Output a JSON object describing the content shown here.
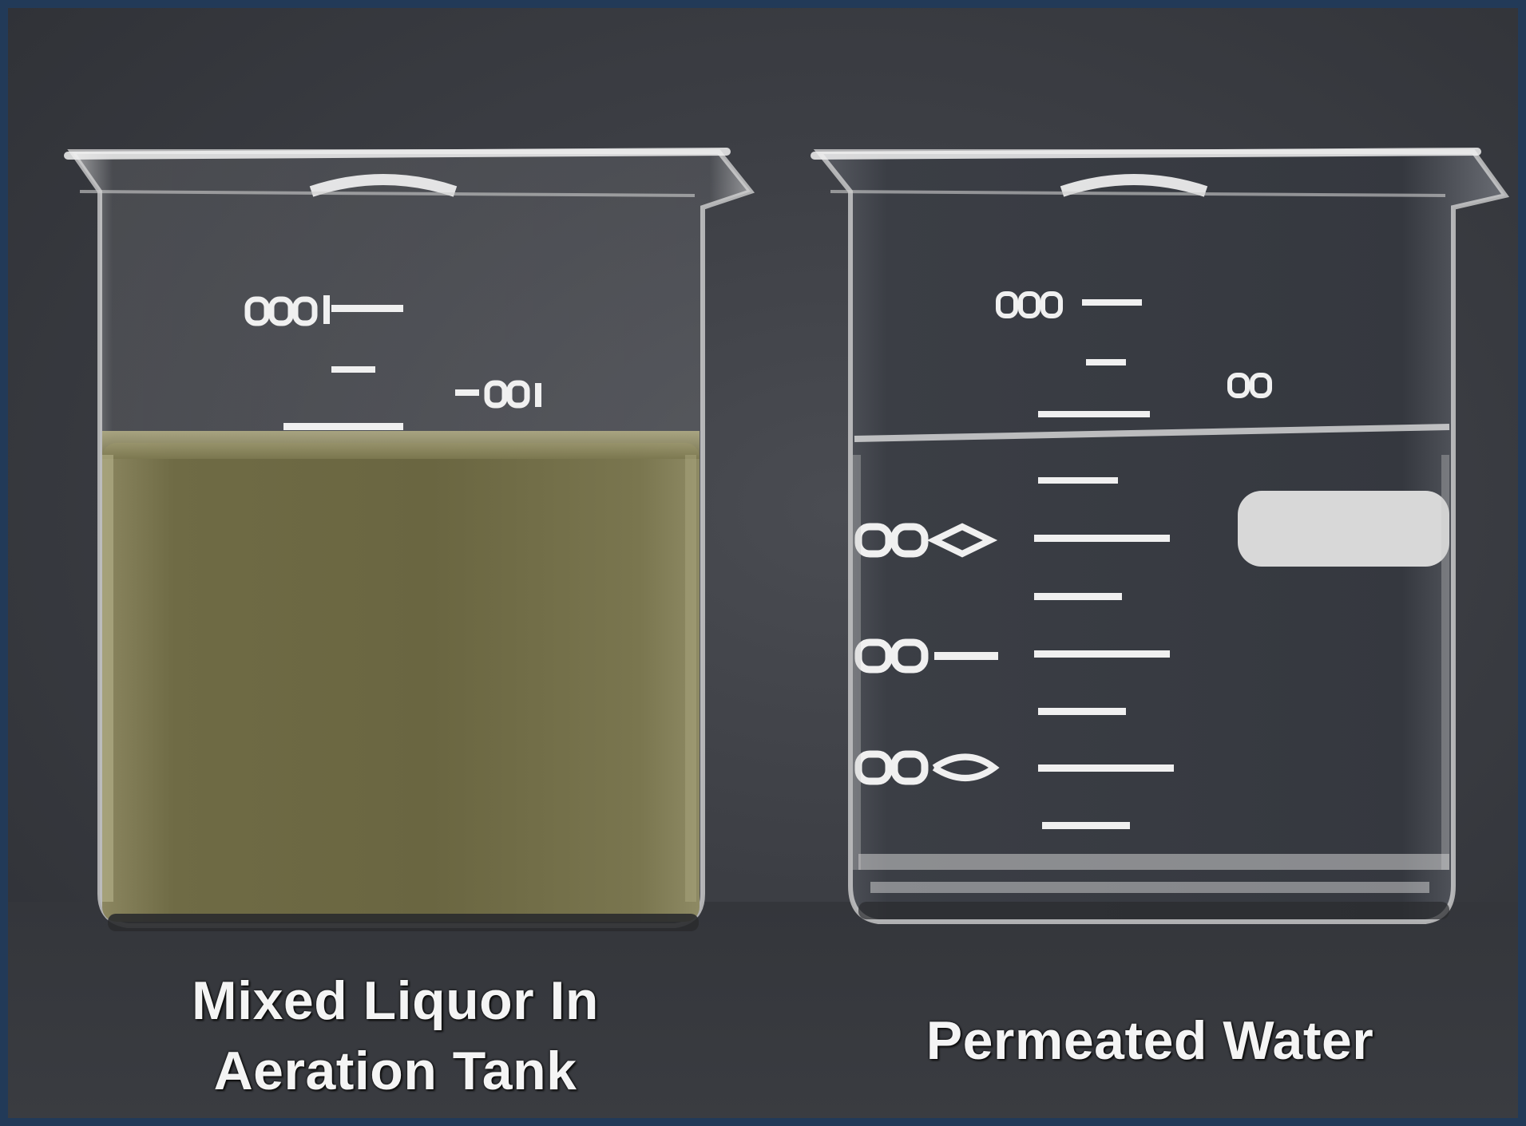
{
  "captions": {
    "left_line1": "Mixed Liquor In",
    "left_line2": "Aeration Tank",
    "right": "Permeated Water"
  },
  "colors": {
    "mixed_liquor": "#6e6a44",
    "permeated_water": "#3c3f46",
    "background": "#3e4046",
    "frame": "#223a58"
  }
}
